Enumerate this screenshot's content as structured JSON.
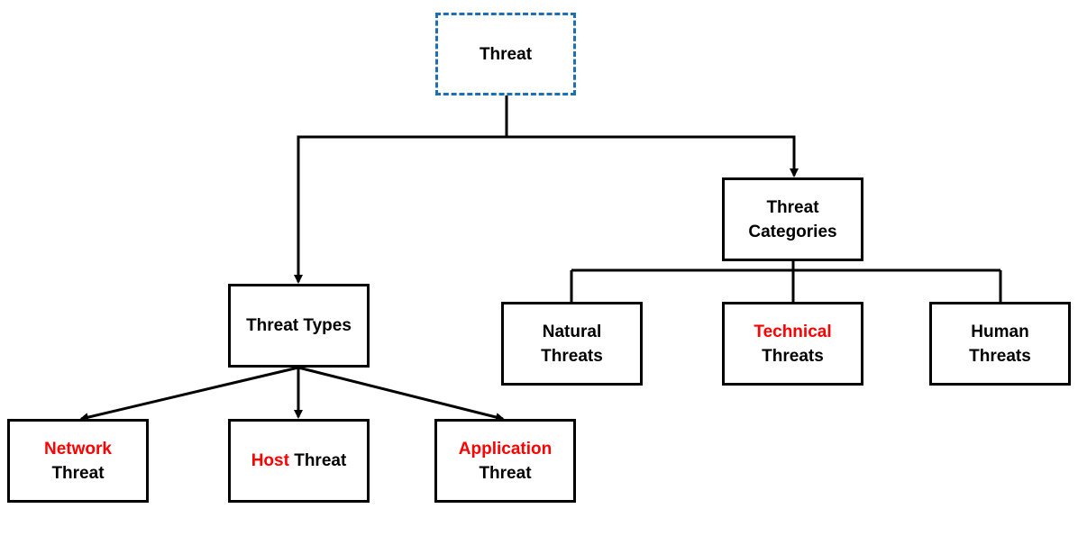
{
  "diagram": {
    "root": {
      "label": "Threat"
    },
    "categories": {
      "label_line1": "Threat",
      "label_line2": "Categories",
      "children": {
        "natural": {
          "line1": "Natural",
          "line2": "Threats"
        },
        "technical": {
          "line1": "Technical",
          "line2": "Threats"
        },
        "human": {
          "line1": "Human",
          "line2": "Threats"
        }
      }
    },
    "types": {
      "label": "Threat Types",
      "children": {
        "network": {
          "line1": "Network",
          "line2": "Threat"
        },
        "host": {
          "part1": "Host",
          "part2": " Threat"
        },
        "application": {
          "line1": "Application",
          "line2": "Threat"
        }
      }
    }
  },
  "colors": {
    "highlight": "#ff0000",
    "root_border": "#1f6fb5",
    "border": "#000000",
    "text": "#000000",
    "background": "#ffffff"
  }
}
